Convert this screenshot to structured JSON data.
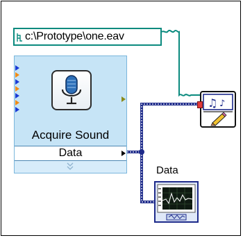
{
  "path_constant": {
    "value": "c:\\Prototype\\one.eav"
  },
  "express_vi": {
    "title": "Acquire Sound",
    "output_label": "Data",
    "expander_glyph": "chevron-double-down-icon",
    "icon": "microphone-icon"
  },
  "graph_indicator": {
    "label": "Data",
    "icon": "waveform-graph-icon"
  },
  "write_vi": {
    "icon": "sound-file-write-icon"
  },
  "colors": {
    "path_wire": "#0a8a7e",
    "waveform_wire": "#1d2a8a",
    "express_bg": "#c6e4f6",
    "error_terminal": "#e23a3a"
  }
}
